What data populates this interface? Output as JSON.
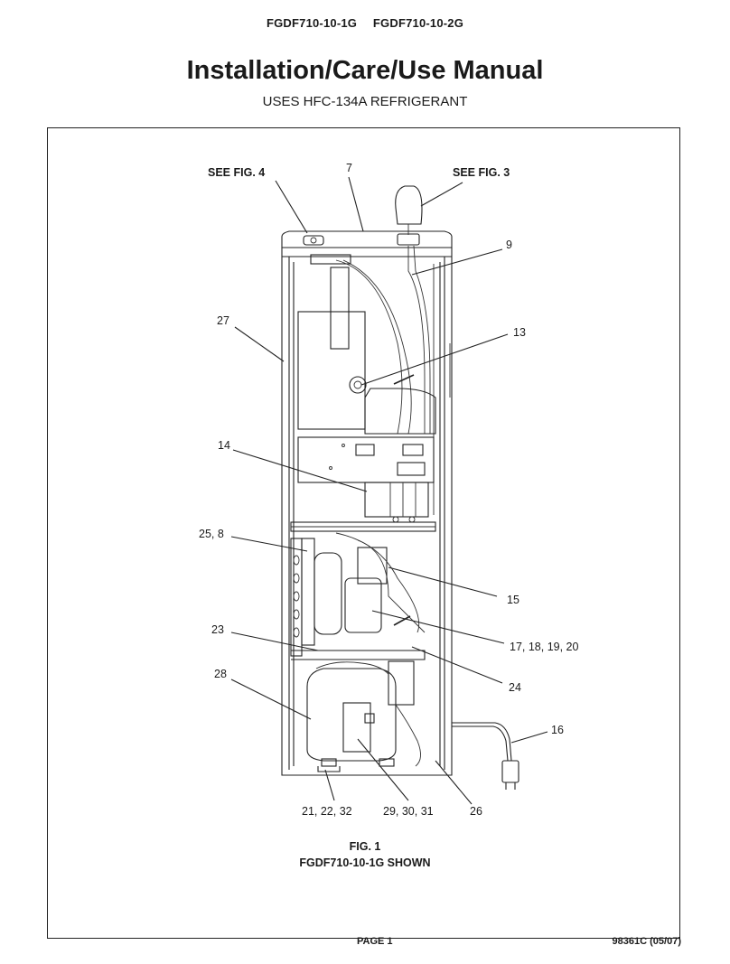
{
  "header": {
    "model_1": "FGDF710-10-1G",
    "model_2": "FGDF710-10-2G",
    "title": "Installation/Care/Use Manual",
    "subtitle": "USES HFC-134A REFRIGERANT"
  },
  "figure": {
    "callouts": {
      "see_fig_4": "SEE FIG. 4",
      "see_fig_3": "SEE FIG. 3",
      "c7": "7",
      "c9": "9",
      "c13": "13",
      "c27": "27",
      "c14": "14",
      "c25_8": "25, 8",
      "c15": "15",
      "c23": "23",
      "c17_20": "17, 18, 19, 20",
      "c28": "28",
      "c24": "24",
      "c16": "16",
      "c21_22_32": "21, 22, 32",
      "c29_30_31": "29, 30, 31",
      "c26": "26"
    },
    "caption_line1": "FIG. 1",
    "caption_line2": "FGDF710-10-1G SHOWN"
  },
  "footer": {
    "page": "PAGE 1",
    "doc_code": "98361C  (05/07)"
  }
}
